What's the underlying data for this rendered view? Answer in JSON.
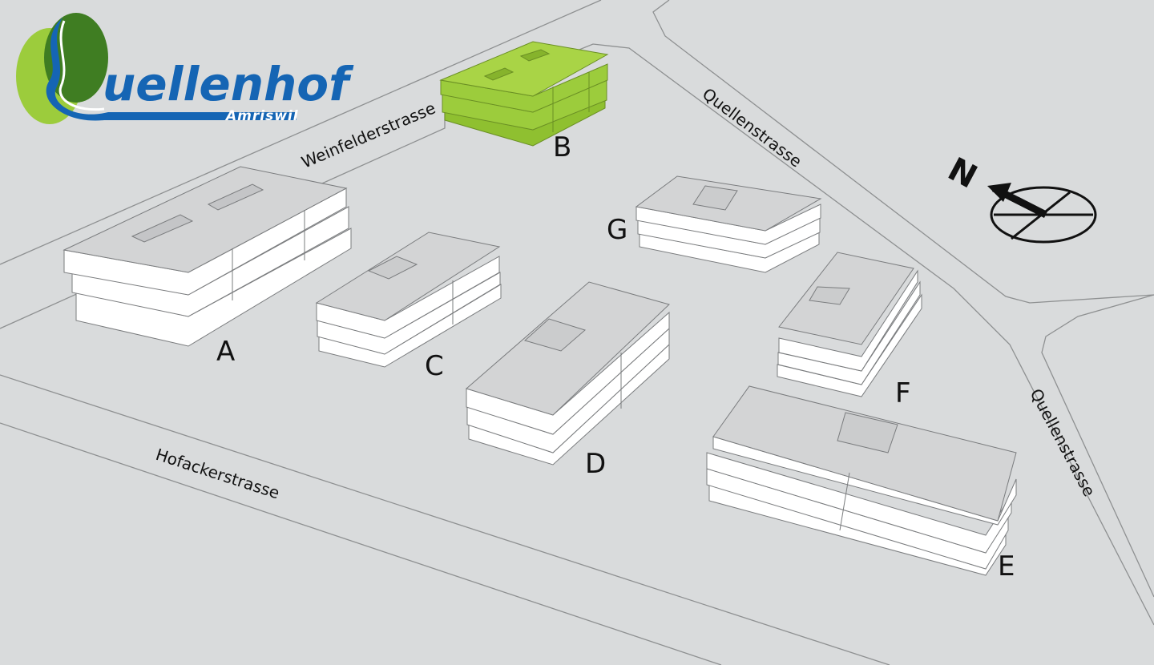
{
  "logo": {
    "word": "uellenhof",
    "place": "Amriswil"
  },
  "colors": {
    "background": "#d9dbdc",
    "roof": "#d3d4d5",
    "wall": "#ffffff",
    "highlight": "#9ccc3c",
    "logo_green": "#3f7d22",
    "logo_lightgreen": "#9ccc3c",
    "logo_blue": "#1565b4"
  },
  "streets": {
    "weinfelder": "Weinfelderstrasse",
    "quellen_north": "Quellenstrasse",
    "quellen_south": "Quellenstrasse",
    "hofacker": "Hofackerstrasse"
  },
  "compass": {
    "label": "N"
  },
  "buildings": [
    {
      "id": "A",
      "label": "A",
      "highlighted": false
    },
    {
      "id": "B",
      "label": "B",
      "highlighted": true
    },
    {
      "id": "C",
      "label": "C",
      "highlighted": false
    },
    {
      "id": "D",
      "label": "D",
      "highlighted": false
    },
    {
      "id": "E",
      "label": "E",
      "highlighted": false
    },
    {
      "id": "F",
      "label": "F",
      "highlighted": false
    },
    {
      "id": "G",
      "label": "G",
      "highlighted": false
    }
  ]
}
